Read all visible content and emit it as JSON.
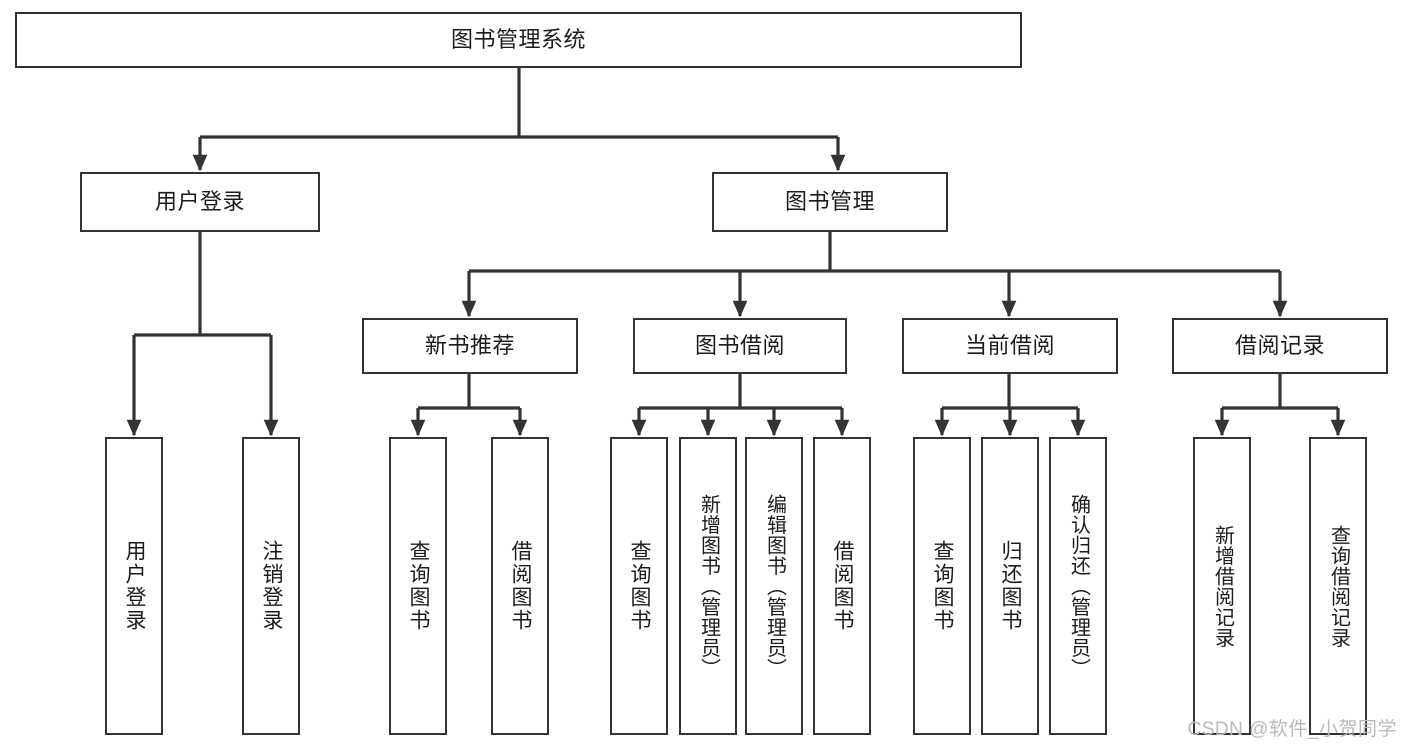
{
  "diagram": {
    "type": "tree-hierarchy",
    "title": "图书管理系统",
    "watermark": "CSDN @软件_小贺同学",
    "colors": {
      "node_border": "#333333",
      "node_fill": "#ffffff",
      "edge": "#333333",
      "text": "#1c1c1c",
      "watermark": "#b9b9b9",
      "background": "#ffffff"
    },
    "nodes": {
      "root": {
        "label": "图书管理系统"
      },
      "level1": [
        {
          "id": "user-login",
          "label": "用户登录"
        },
        {
          "id": "book-manage",
          "label": "图书管理"
        }
      ],
      "level2": [
        {
          "id": "new-book-recommend",
          "label": "新书推荐"
        },
        {
          "id": "book-borrow",
          "label": "图书借阅"
        },
        {
          "id": "current-borrow",
          "label": "当前借阅"
        },
        {
          "id": "borrow-record",
          "label": "借阅记录"
        }
      ],
      "leaves": {
        "user-login": [
          {
            "id": "login",
            "label": "用户登录"
          },
          {
            "id": "logout",
            "label": "注销登录"
          }
        ],
        "new-book-recommend": [
          {
            "id": "query-book-1",
            "label": "查询图书"
          },
          {
            "id": "borrow-book-1",
            "label": "借阅图书"
          }
        ],
        "book-borrow": [
          {
            "id": "query-book-2",
            "label": "查询图书"
          },
          {
            "id": "add-book",
            "label": "新增图书（管理员）"
          },
          {
            "id": "edit-book",
            "label": "编辑图书（管理员）"
          },
          {
            "id": "borrow-book-2",
            "label": "借阅图书"
          }
        ],
        "current-borrow": [
          {
            "id": "query-book-3",
            "label": "查询图书"
          },
          {
            "id": "return-book",
            "label": "归还图书"
          },
          {
            "id": "confirm-return",
            "label": "确认归还（管理员）"
          }
        ],
        "borrow-record": [
          {
            "id": "add-record",
            "label": "新增借阅记录"
          },
          {
            "id": "query-record",
            "label": "查询借阅记录"
          }
        ]
      }
    }
  }
}
